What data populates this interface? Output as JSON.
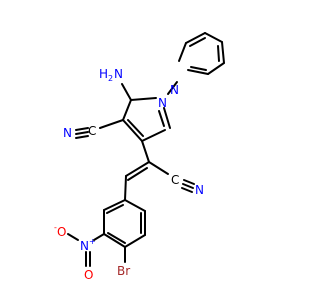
{
  "atoms": {
    "amino": {
      "main": "H",
      "sub": "2",
      "tail": "N",
      "color": "#0000ff"
    },
    "ring_n1": {
      "text": "N",
      "color": "#0000ff"
    },
    "ring_n2": {
      "text": "N",
      "color": "#0000ff"
    },
    "nitrile_left": {
      "c": "C",
      "n": "N",
      "n_color": "#0000ff",
      "c_color": "#000000"
    },
    "nitrile_right": {
      "c": "C",
      "n": "N",
      "n_color": "#0000ff",
      "c_color": "#000000"
    },
    "nitro_o_left": {
      "text": "O",
      "charge": "-",
      "color": "#ff0000"
    },
    "nitro_n": {
      "text": "N",
      "charge": "+",
      "color": "#0000ff"
    },
    "nitro_o_bottom": {
      "text": "O",
      "color": "#ff0000"
    },
    "bromine": {
      "text": "Br",
      "color": "#a52a2a"
    }
  }
}
